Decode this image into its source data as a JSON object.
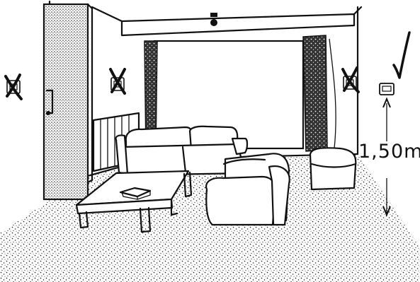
{
  "height_label": "1,50m",
  "markers": {
    "correct": "check-mark",
    "incorrect": "cross-mark"
  },
  "colors": {
    "ink": "#111111",
    "background": "#ffffff"
  }
}
